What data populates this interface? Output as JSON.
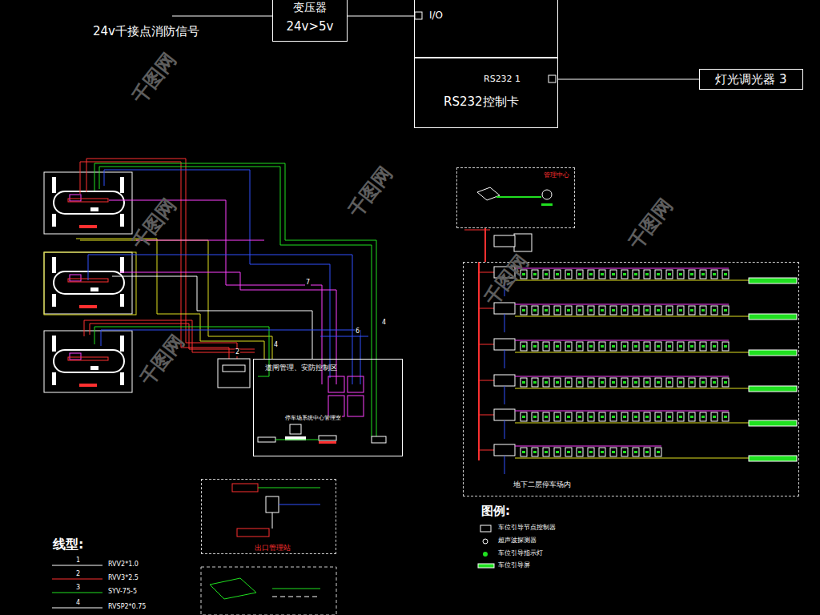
{
  "diagram": {
    "nodes": [
      {
        "text": [
          "变压器",
          "24v>5v"
        ]
      },
      {
        "text": [
          "I/O"
        ]
      },
      {
        "text": [
          "RS232 1",
          "RS232控制卡"
        ]
      },
      {
        "text": [
          "灯光调光器 3"
        ]
      },
      {
        "text": [
          "道闸管理、安防控制区"
        ]
      },
      {
        "text": [
          "地下二层停车场内"
        ]
      },
      {
        "text": [
          "管理中心"
        ]
      },
      {
        "text": [
          "出口管理站"
        ]
      }
    ],
    "edges": [
      {
        "from": 0,
        "to": 1,
        "arrow": "none"
      },
      {
        "from": 2,
        "to": 3,
        "arrow": "none"
      },
      {
        "from": 6,
        "to": 5,
        "arrow": "none"
      }
    ],
    "labels": [
      "24v千接点消防信号",
      "2",
      "4",
      "7",
      "6",
      "4",
      "停车场系统中心管理室",
      "线型:",
      "1",
      "2",
      "3",
      "4",
      "图例:",
      "千图网",
      "千图网",
      "千图网",
      "千图网",
      "千图网",
      "千图网"
    ],
    "legend": [
      {
        "text": "RVV2*1.0"
      },
      {
        "text": "RVV3*2.5"
      },
      {
        "text": "SYV-75-5"
      },
      {
        "text": "RVSP2*0.75"
      },
      {
        "text": "车位引导节点控制器"
      },
      {
        "text": "超声波探测器"
      },
      {
        "text": "车位引导指示灯"
      },
      {
        "text": "车位引导屏"
      }
    ]
  }
}
